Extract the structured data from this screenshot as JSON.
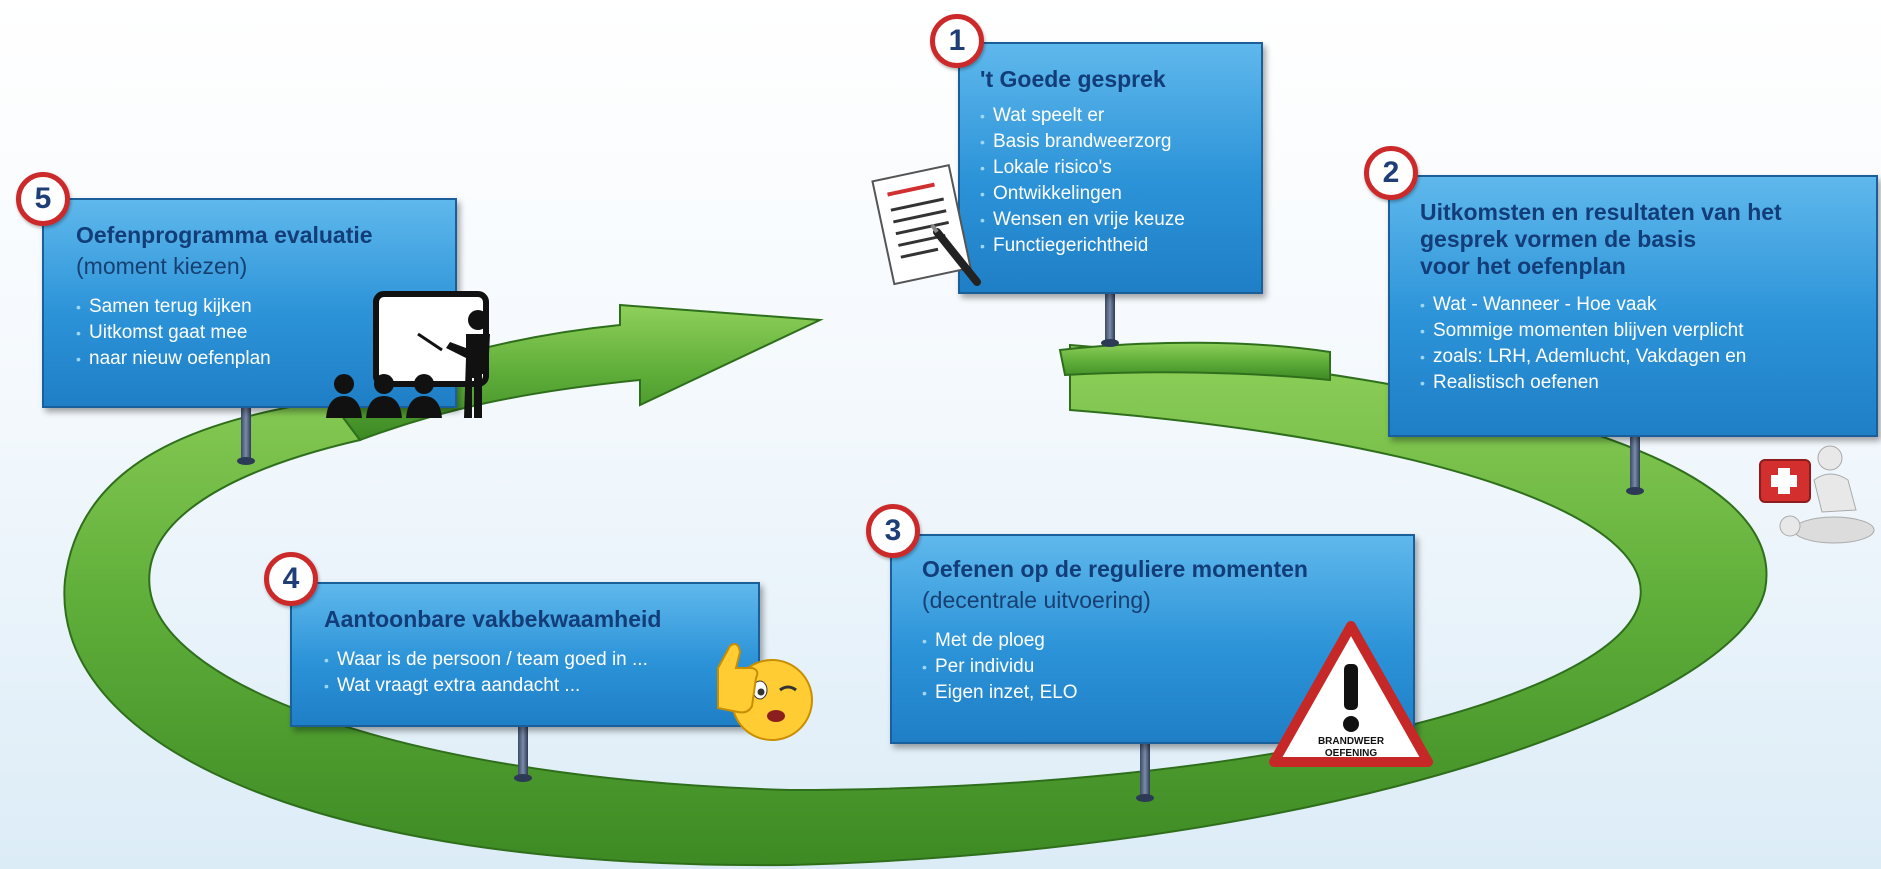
{
  "steps": [
    {
      "number": "1",
      "title": "'t Goede gesprek",
      "items": [
        "Wat speelt er",
        "Basis brandweerzorg",
        "Lokale risico's",
        "Ontwikkelingen",
        "Wensen en vrije keuze",
        "Functiegerichtheid"
      ]
    },
    {
      "number": "2",
      "title_lines": [
        "Uitkomsten en resultaten van het",
        "gesprek vormen de basis",
        "voor het oefenplan"
      ],
      "items": [
        "Wat - Wanneer - Hoe vaak",
        "Sommige momenten blijven verplicht",
        "zoals: LRH, Ademlucht, Vakdagen en",
        "Realistisch oefenen"
      ]
    },
    {
      "number": "3",
      "title": "Oefenen op de reguliere momenten",
      "subtitle": "(decentrale uitvoering)",
      "items": [
        "Met de ploeg",
        "Per individu",
        "Eigen inzet, ELO"
      ]
    },
    {
      "number": "4",
      "title": "Aantoonbare vakbekwaamheid",
      "items": [
        "Waar is de persoon / team goed in ...",
        "Wat vraagt extra aandacht ..."
      ]
    },
    {
      "number": "5",
      "title": "Oefenprogramma evaluatie",
      "subtitle": "(moment kiezen)",
      "items": [
        "Samen terug kijken",
        "Uitkomst gaat mee",
        "naar nieuw oefenplan"
      ]
    }
  ],
  "warning_sign": {
    "line1": "BRANDWEER",
    "line2": "OEFENING"
  },
  "colors": {
    "ring": "#5fae3a",
    "card": "#2c93d8",
    "title": "#123d78",
    "badge_border": "#cc2a2a"
  }
}
